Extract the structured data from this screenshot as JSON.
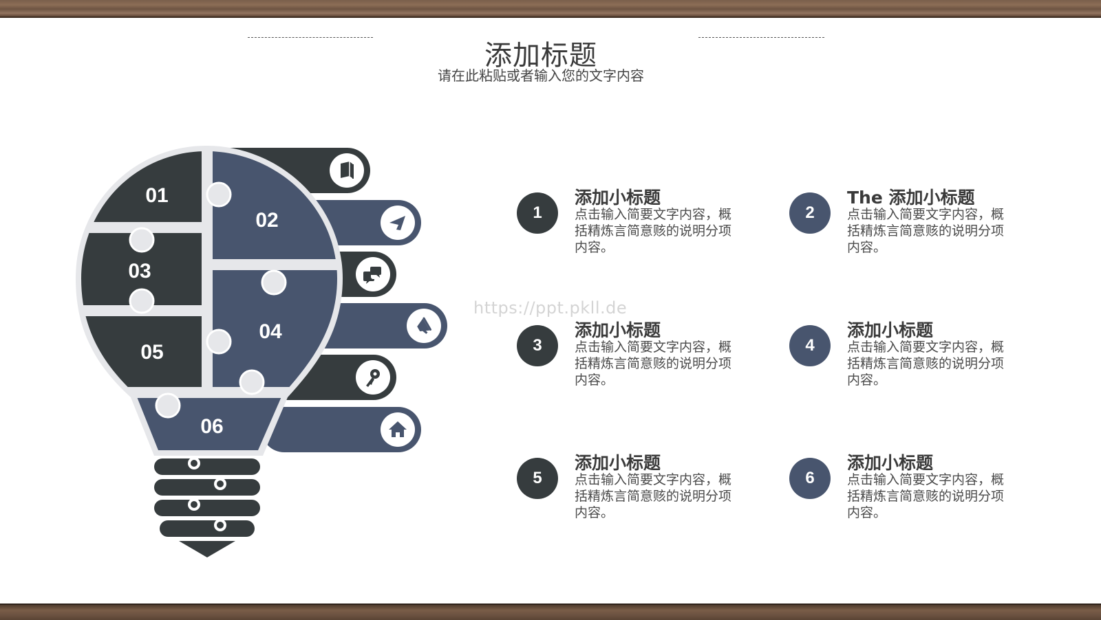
{
  "header": {
    "title": "添加标题",
    "subtitle": "请在此粘贴或者输入您的文字内容"
  },
  "watermark": "https://ppt.pkll.de",
  "colors": {
    "dark": "#363c3e",
    "blue": "#48556e",
    "outline": "#e6e7ea",
    "text": "#3a3a3a"
  },
  "bulb": {
    "pieces": [
      {
        "label": "01",
        "color": "dark"
      },
      {
        "label": "02",
        "color": "blue"
      },
      {
        "label": "03",
        "color": "dark"
      },
      {
        "label": "04",
        "color": "blue"
      },
      {
        "label": "05",
        "color": "dark"
      },
      {
        "label": "06",
        "color": "blue"
      }
    ],
    "tabs": [
      {
        "icon": "book-icon",
        "color": "dark"
      },
      {
        "icon": "paper-plane-icon",
        "color": "blue"
      },
      {
        "icon": "chat-bubbles-icon",
        "color": "dark"
      },
      {
        "icon": "megaphone-icon",
        "color": "blue"
      },
      {
        "icon": "key-icon",
        "color": "dark"
      },
      {
        "icon": "home-icon",
        "color": "blue"
      }
    ]
  },
  "items": [
    {
      "number": "1",
      "title": "添加小标题",
      "desc": "点击输入简要文字内容，概括精炼言简意赅的说明分项内容。"
    },
    {
      "number": "2",
      "title": "The 添加小标题",
      "desc": "点击输入简要文字内容，概括精炼言简意赅的说明分项内容。"
    },
    {
      "number": "3",
      "title": "添加小标题",
      "desc": "点击输入简要文字内容，概括精炼言简意赅的说明分项内容。"
    },
    {
      "number": "4",
      "title": "添加小标题",
      "desc": "点击输入简要文字内容，概括精炼言简意赅的说明分项内容。"
    },
    {
      "number": "5",
      "title": "添加小标题",
      "desc": "点击输入简要文字内容，概括精炼言简意赅的说明分项内容。"
    },
    {
      "number": "6",
      "title": "添加小标题",
      "desc": "点击输入简要文字内容，概括精炼言简意赅的说明分项内容。"
    }
  ]
}
